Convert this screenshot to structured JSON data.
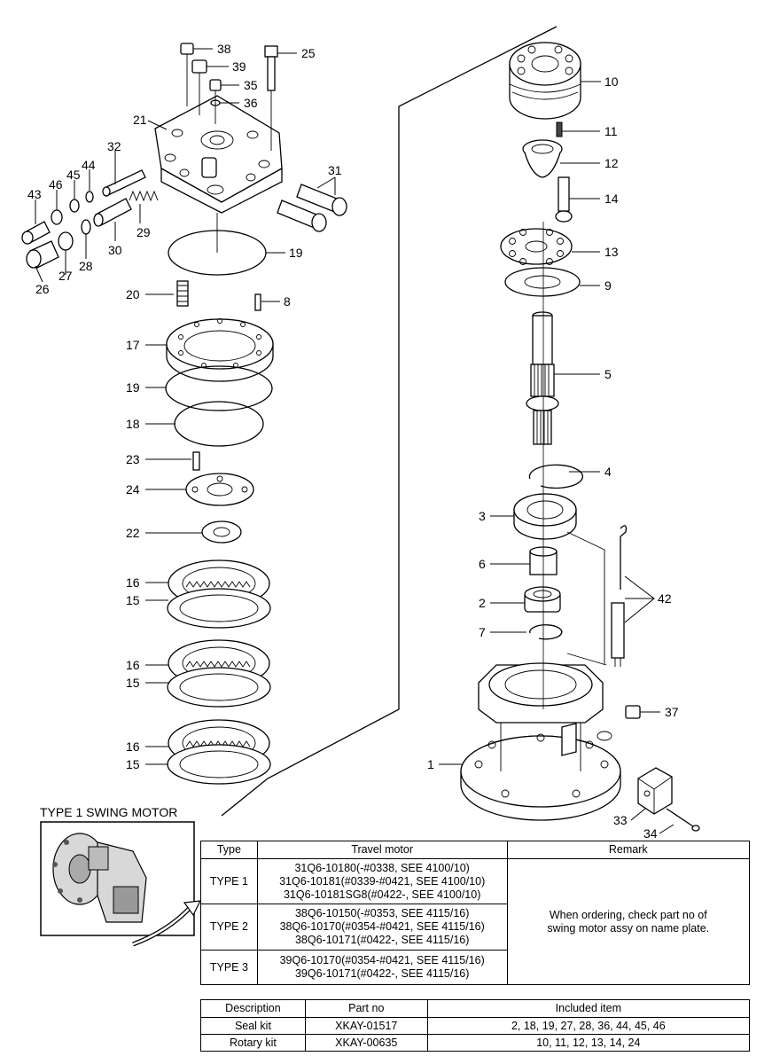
{
  "labels": {
    "n38": "38",
    "n39": "39",
    "n35": "35",
    "n36": "36",
    "n25": "25",
    "n21": "21",
    "n32": "32",
    "n44": "44",
    "n45": "45",
    "n46": "46",
    "n43": "43",
    "n31": "31",
    "n29": "29",
    "n30": "30",
    "n28": "28",
    "n27": "27",
    "n26": "26",
    "n19a": "19",
    "n20": "20",
    "n8": "8",
    "n17": "17",
    "n19b": "19",
    "n18": "18",
    "n23": "23",
    "n24": "24",
    "n22": "22",
    "n16a": "16",
    "n15a": "15",
    "n16b": "16",
    "n15b": "15",
    "n16c": "16",
    "n15c": "15",
    "n10": "10",
    "n11": "11",
    "n12": "12",
    "n14": "14",
    "n13": "13",
    "n9": "9",
    "n5": "5",
    "n4": "4",
    "n3": "3",
    "n6": "6",
    "n2": "2",
    "n7": "7",
    "n42": "42",
    "n37": "37",
    "n1": "1",
    "n33": "33",
    "n34": "34"
  },
  "caption": "TYPE 1 SWING MOTOR",
  "type_table": {
    "headers": [
      "Type",
      "Travel motor",
      "Remark"
    ],
    "rows": [
      {
        "type": "TYPE 1",
        "lines": [
          "31Q6-10180(-#0338, SEE 4100/10)",
          "31Q6-10181(#0339-#0421, SEE 4100/10)",
          "31Q6-10181SG8(#0422-, SEE 4100/10)"
        ]
      },
      {
        "type": "TYPE 2",
        "lines": [
          "38Q6-10150(-#0353, SEE 4115/16)",
          "38Q6-10170(#0354-#0421, SEE 4115/16)",
          "38Q6-10171(#0422-, SEE 4115/16)"
        ]
      },
      {
        "type": "TYPE 3",
        "lines": [
          "39Q6-10170(#0354-#0421, SEE 4115/16)",
          "39Q6-10171(#0422-, SEE 4115/16)"
        ]
      }
    ],
    "remark": [
      "When ordering, check part no of",
      "swing motor assy on name plate."
    ]
  },
  "kit_table": {
    "headers": [
      "Description",
      "Part no",
      "Included item"
    ],
    "rows": [
      {
        "description": "Seal kit",
        "part_no": "XKAY-01517",
        "items": "2, 18, 19, 27, 28, 36, 44, 45, 46"
      },
      {
        "description": "Rotary kit",
        "part_no": "XKAY-00635",
        "items": "10, 11, 12, 13, 14, 24"
      }
    ]
  }
}
